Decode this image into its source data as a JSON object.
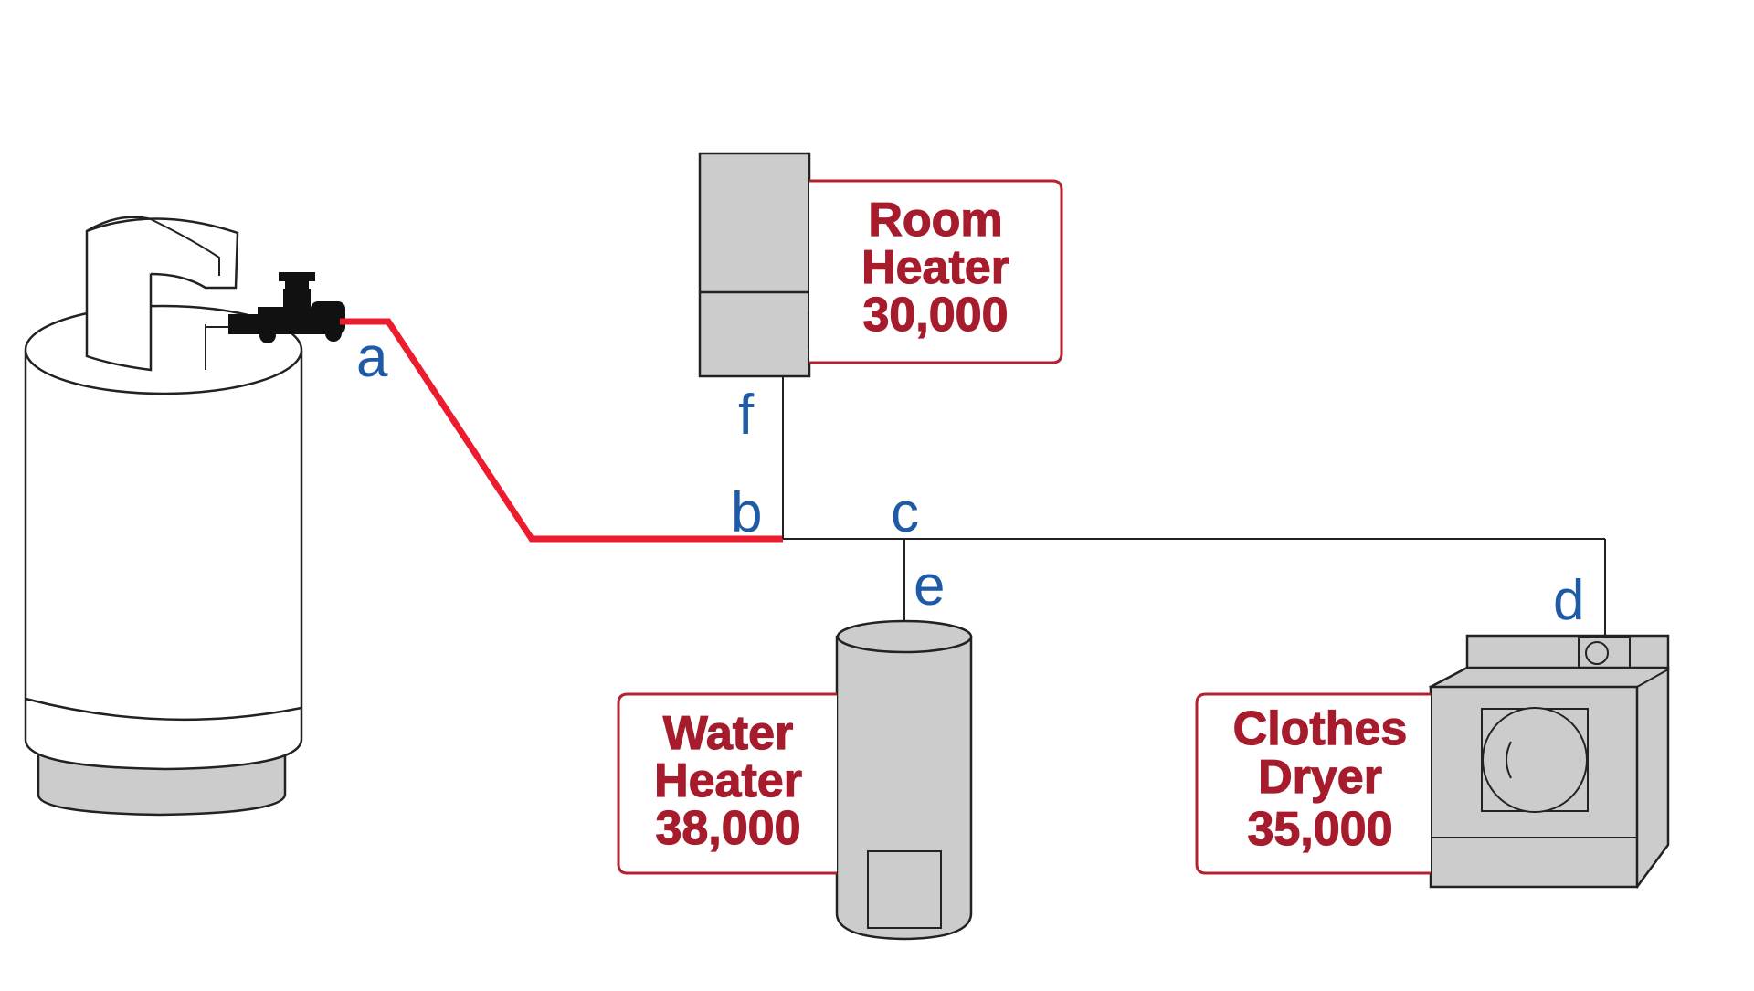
{
  "diagram": {
    "points": {
      "a": "a",
      "b": "b",
      "c": "c",
      "d": "d",
      "e": "e",
      "f": "f"
    },
    "appliances": {
      "room_heater": {
        "line1": "Room",
        "line2": "Heater",
        "btu": "30,000"
      },
      "water_heater": {
        "line1": "Water",
        "line2": "Heater",
        "btu": "38,000"
      },
      "clothes_dryer": {
        "line1": "Clothes",
        "line2": "Dryer",
        "btu": "35,000"
      }
    },
    "colors": {
      "highlighted_pipe": "#ec1c2e",
      "appliance_label": "#a61c2c",
      "point_label": "#1f5aa6",
      "appliance_fill": "#cccccc"
    },
    "icons": [
      "propane-tank-icon",
      "regulator-icon",
      "room-heater-icon",
      "water-heater-icon",
      "clothes-dryer-icon"
    ]
  }
}
